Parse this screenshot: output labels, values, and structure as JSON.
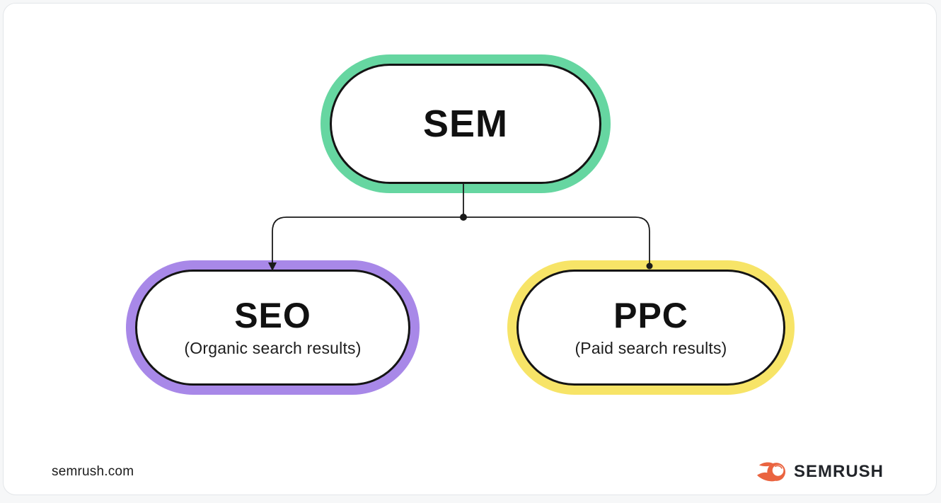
{
  "diagram": {
    "root": {
      "label": "SEM",
      "accent": "#66D6A1"
    },
    "children": [
      {
        "label": "SEO",
        "sublabel": "(Organic search results)",
        "accent": "#A888E8"
      },
      {
        "label": "PPC",
        "sublabel": "(Paid search results)",
        "accent": "#F7E467"
      }
    ],
    "connector_color": "#1A1A1A"
  },
  "footer": {
    "site": "semrush.com",
    "brand": "SEMRUSH",
    "brand_icon_color": "#EA6440",
    "brand_text_color": "#22252A"
  }
}
